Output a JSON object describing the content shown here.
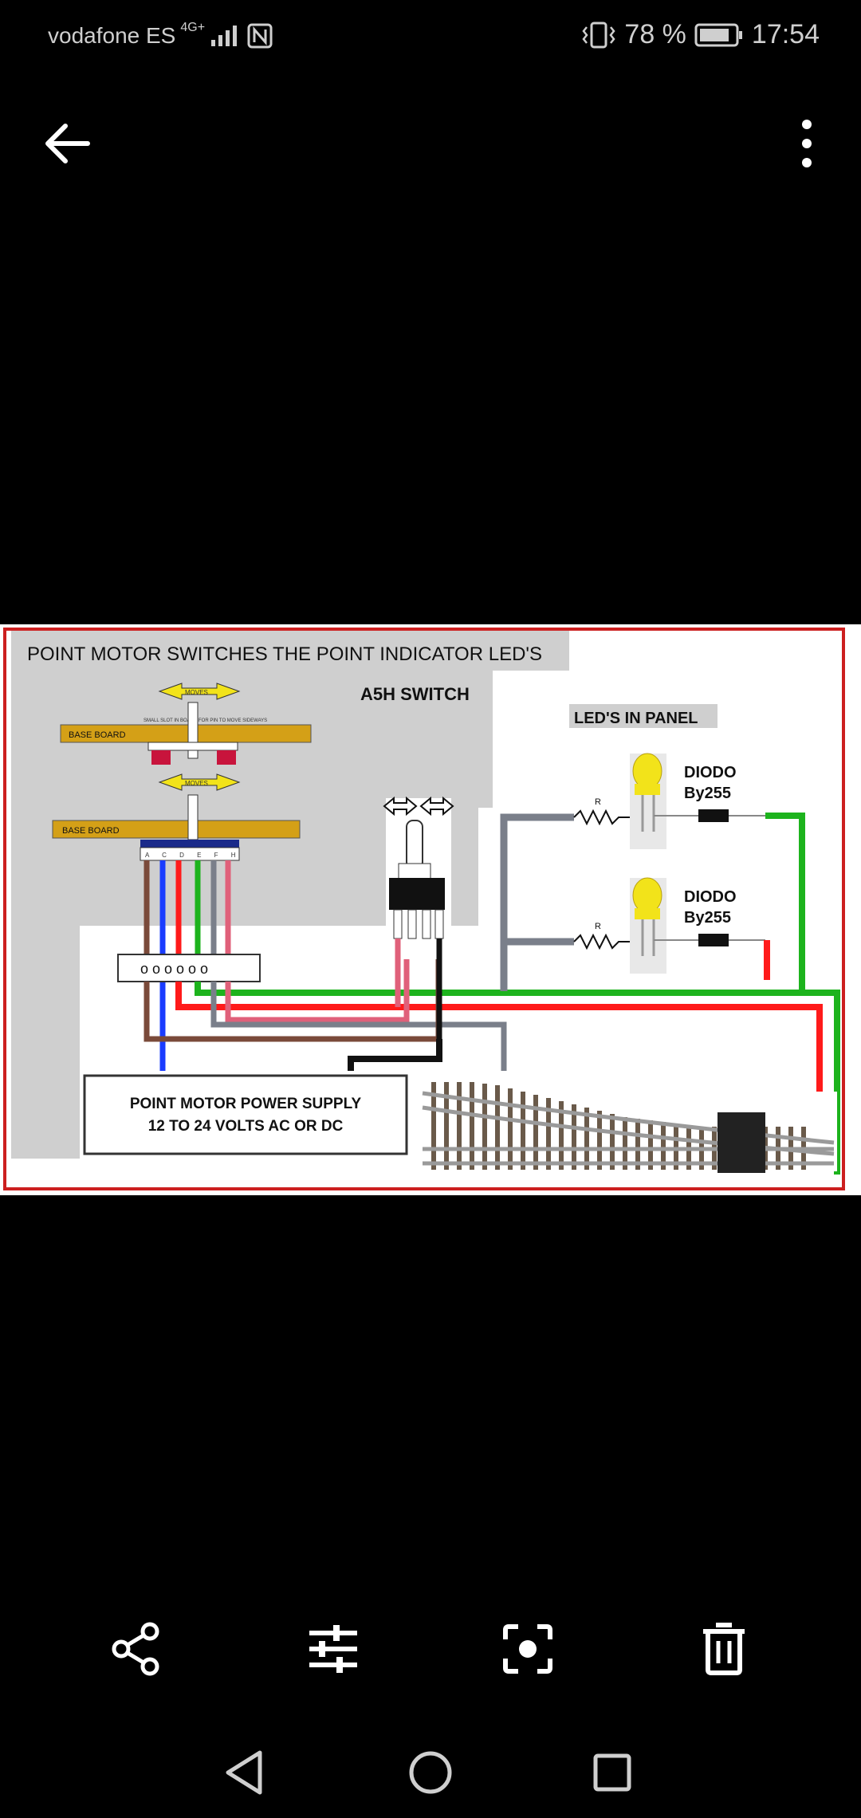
{
  "status_bar": {
    "carrier": "vodafone ES",
    "network": "4G+",
    "battery": "78 %",
    "time": "17:54"
  },
  "top_bar": {
    "back_icon": "arrow-left-icon",
    "more_icon": "more-vertical-icon"
  },
  "diagram": {
    "title": "POINT MOTOR SWITCHES THE POINT INDICATOR LED'S",
    "switch_label": "A5H SWITCH",
    "leds_label": "LED'S IN PANEL",
    "base_board_1": "BASE BOARD",
    "base_board_2": "BASE BOARD",
    "moves_1": "MOVES",
    "moves_2": "MOVES",
    "slot_note": "SMALL SLOT IN BOARD FOR PIN TO MOVE SIDEWAYS",
    "pins": "A C D E F H",
    "terminal": "o o o o o o",
    "diode_1_name": "DIODO",
    "diode_1_part": "By255",
    "diode_2_name": "DIODO",
    "diode_2_part": "By255",
    "resistor_1": "R",
    "resistor_2": "R",
    "psu_line1": "POINT MOTOR POWER SUPPLY",
    "psu_line2": "12 TO 24 VOLTS AC OR DC"
  },
  "bottom_toolbar": {
    "share_icon": "share-icon",
    "edit_icon": "sliders-icon",
    "lens_icon": "lens-scan-icon",
    "delete_icon": "trash-icon"
  },
  "nav_bar": {
    "back": "nav-back-icon",
    "home": "nav-home-icon",
    "recents": "nav-recents-icon"
  },
  "colors": {
    "background": "#000000",
    "board": "#d4a017",
    "wire_green": "#1db31d",
    "wire_red": "#ff1a1a",
    "wire_blue": "#1a3cff",
    "wire_pink": "#e0607a",
    "wire_brown": "#7a4a3a",
    "wire_gray": "#7a7f8a",
    "led_yellow": "#f2e31a"
  }
}
